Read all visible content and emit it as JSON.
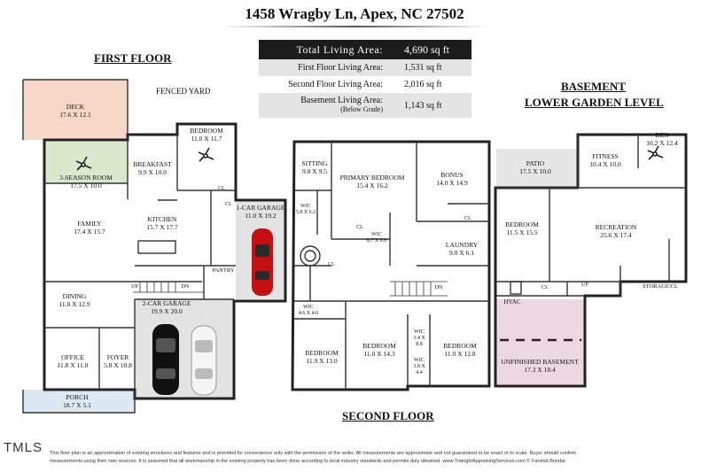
{
  "address": "1458 Wragby Ln, Apex, NC 27502",
  "floors": {
    "first": "FIRST FLOOR",
    "second": "SECOND FLOOR",
    "basement_line1": "BASEMENT",
    "basement_line2": "LOWER GARDEN LEVEL"
  },
  "area_table": {
    "total_label": "Total Living Area:",
    "total_value": "4,690 sq ft",
    "first_label": "First Floor Living Area:",
    "first_value": "1,531 sq ft",
    "second_label": "Second Floor Living Area:",
    "second_value": "2,016 sq ft",
    "basement_label": "Basement Living Area:",
    "basement_sub": "(Below Grade)",
    "basement_value": "1,143 sq ft"
  },
  "annotations": {
    "fenced_yard": "FENCED YARD"
  },
  "rooms": {
    "deck": {
      "name": "DECK",
      "dim": "17.6 X 12.1"
    },
    "three_season": {
      "name": "3-SEASON ROOM",
      "dim": "17.5 X 10.0"
    },
    "breakfast": {
      "name": "BREAKFAST",
      "dim": "9.9 X 10.0"
    },
    "bedroom_first": {
      "name": "BEDROOM",
      "dim": "11.0 X 11.7"
    },
    "family": {
      "name": "FAMILY",
      "dim": "17.4 X 15.7"
    },
    "kitchen": {
      "name": "KITCHEN",
      "dim": "15.7 X 17.7"
    },
    "one_car_garage": {
      "name": "1-CAR GARAGE",
      "dim": "11.0 X 19.2"
    },
    "pantry": {
      "name": "PANTRY"
    },
    "dining": {
      "name": "DINING",
      "dim": "11.8 X 12.9"
    },
    "two_car_garage": {
      "name": "2-CAR GARAGE",
      "dim": "19.9 X 20.0"
    },
    "office": {
      "name": "OFFICE",
      "dim": "11.8 X 11.0"
    },
    "foyer": {
      "name": "FOYER",
      "dim": "5.8 X 10.8"
    },
    "porch": {
      "name": "PORCH",
      "dim": "18.7 X 5.1"
    },
    "sitting": {
      "name": "SITTING",
      "dim": "9.0 X 9.5"
    },
    "primary_bedroom": {
      "name": "PRIMARY BEDROOM",
      "dim": "15.4 X 16.2"
    },
    "bonus": {
      "name": "BONUS",
      "dim": "14.0 X 14.9"
    },
    "wic_primary_1": {
      "name": "WIC",
      "dim": "5.8 X 6.2"
    },
    "wic_primary_2": {
      "name": "WIC",
      "dim": "8.7 X 9.6"
    },
    "laundry": {
      "name": "LAUNDRY",
      "dim": "9.0 X 6.1"
    },
    "wic_small": {
      "name": "WIC",
      "dim": "4.6 X 4.6"
    },
    "bedroom_2a": {
      "name": "BEDROOM",
      "dim": "11.9 X 13.0"
    },
    "bedroom_2b": {
      "name": "BEDROOM",
      "dim": "11.0 X 14.3"
    },
    "bedroom_2c": {
      "name": "BEDROOM",
      "dim": "11.0 X 12.8"
    },
    "wic_2b": {
      "name": "WIC",
      "dim": "3.4 X 8.8"
    },
    "wic_2c": {
      "name": "WIC",
      "dim": "3.8 X 4.4"
    },
    "patio": {
      "name": "PATIO",
      "dim": "17.5 X 10.0"
    },
    "fitness": {
      "name": "FITNESS",
      "dim": "10.4 X 10.0"
    },
    "den": {
      "name": "DEN",
      "dim": "10.2 X 12.4"
    },
    "bedroom_base": {
      "name": "BEDROOM",
      "dim": "11.5 X 15.5"
    },
    "recreation": {
      "name": "RECREATION",
      "dim": "25.6 X 17.4"
    },
    "storage": {
      "name": "STORAGE/CL"
    },
    "hvac": {
      "name": "HVAC"
    },
    "unfinished": {
      "name": "UNFINISHED BASEMENT",
      "dim": "17.3 X 18.4"
    }
  },
  "small_labels": {
    "cl": "CL",
    "up": "UP",
    "dn": "DN"
  },
  "tmls": "TMLS",
  "disclaimer": {
    "line1": "This floor plan is an approximation of existing structures and features and is provided for convenience only with the permission of the seller.  All measurements are approximate and not guaranteed to be exact or to scale.  Buyer should confirm",
    "line2": "measurements using their own sources.  It is assumed that all workmanship in the existing property has been done according to local industry standards and permits duly obtained.       www.TriangleAppraisingServices.com    © Farshid Bondar"
  }
}
